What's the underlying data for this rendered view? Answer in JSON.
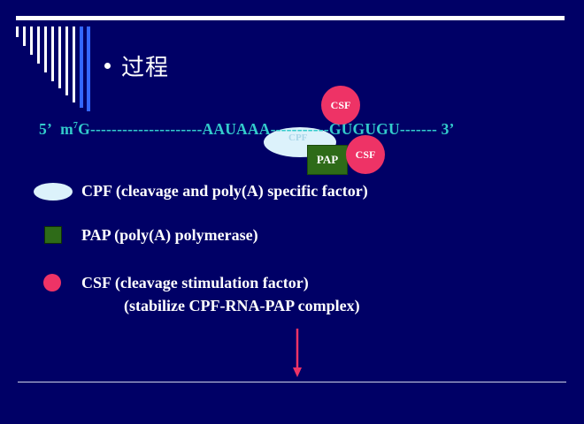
{
  "slide": {
    "title": "过程"
  },
  "sequence": {
    "five_prime": "5’",
    "cap_m": "m",
    "cap_sup": "7",
    "cap_g": "G",
    "dashes_1": "---------------------",
    "signal": "AAUAAA",
    "dashes_2": "-----------",
    "gu_element": "GUGUGU",
    "dashes_3": "-------",
    "three_prime": "3’"
  },
  "complex": {
    "cpf_label": "CPF",
    "pap_label": "PAP",
    "csf_top_label": "CSF",
    "csf_bottom_label": "CSF"
  },
  "legend": {
    "cpf": "CPF (cleavage and poly(A) specific factor)",
    "pap": "PAP (poly(A) polymerase)",
    "csf_line1": "CSF (cleavage stimulation factor)",
    "csf_line2": "(stabilize CPF-RNA-PAP complex)"
  },
  "colors": {
    "background": "#000066",
    "sequence_text": "#33cccc",
    "cpf": "#dcf2fb",
    "pap": "#2e6b18",
    "csf": "#ee3366",
    "arrow": "#ee3366"
  }
}
